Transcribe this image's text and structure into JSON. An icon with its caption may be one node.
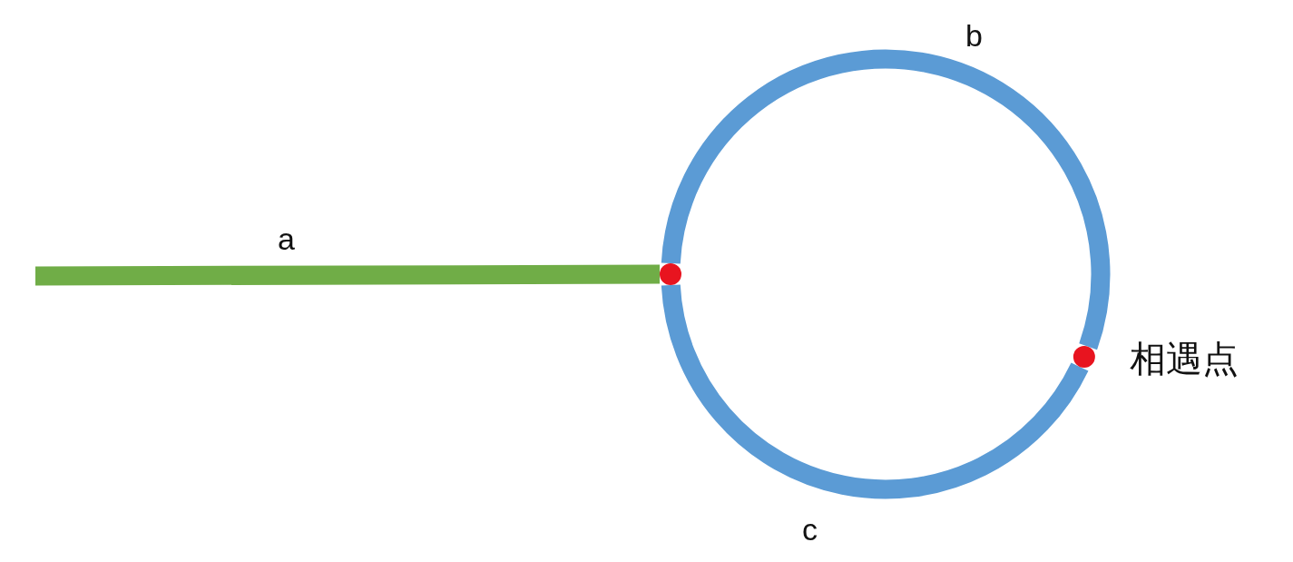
{
  "diagram": {
    "nodes": [
      {
        "text": [],
        "shape": "circle"
      },
      {
        "text": [],
        "shape": "circle",
        "beside": [
          "相遇点"
        ]
      }
    ],
    "edges": [
      {
        "from": null,
        "to": 0,
        "arrow": "none",
        "label": "a",
        "color": "#70ad47"
      },
      {
        "from": 0,
        "to": 1,
        "arrow": "none",
        "label": "b"
      },
      {
        "from": 1,
        "to": 0,
        "arrow": "none",
        "label": "c"
      }
    ]
  }
}
